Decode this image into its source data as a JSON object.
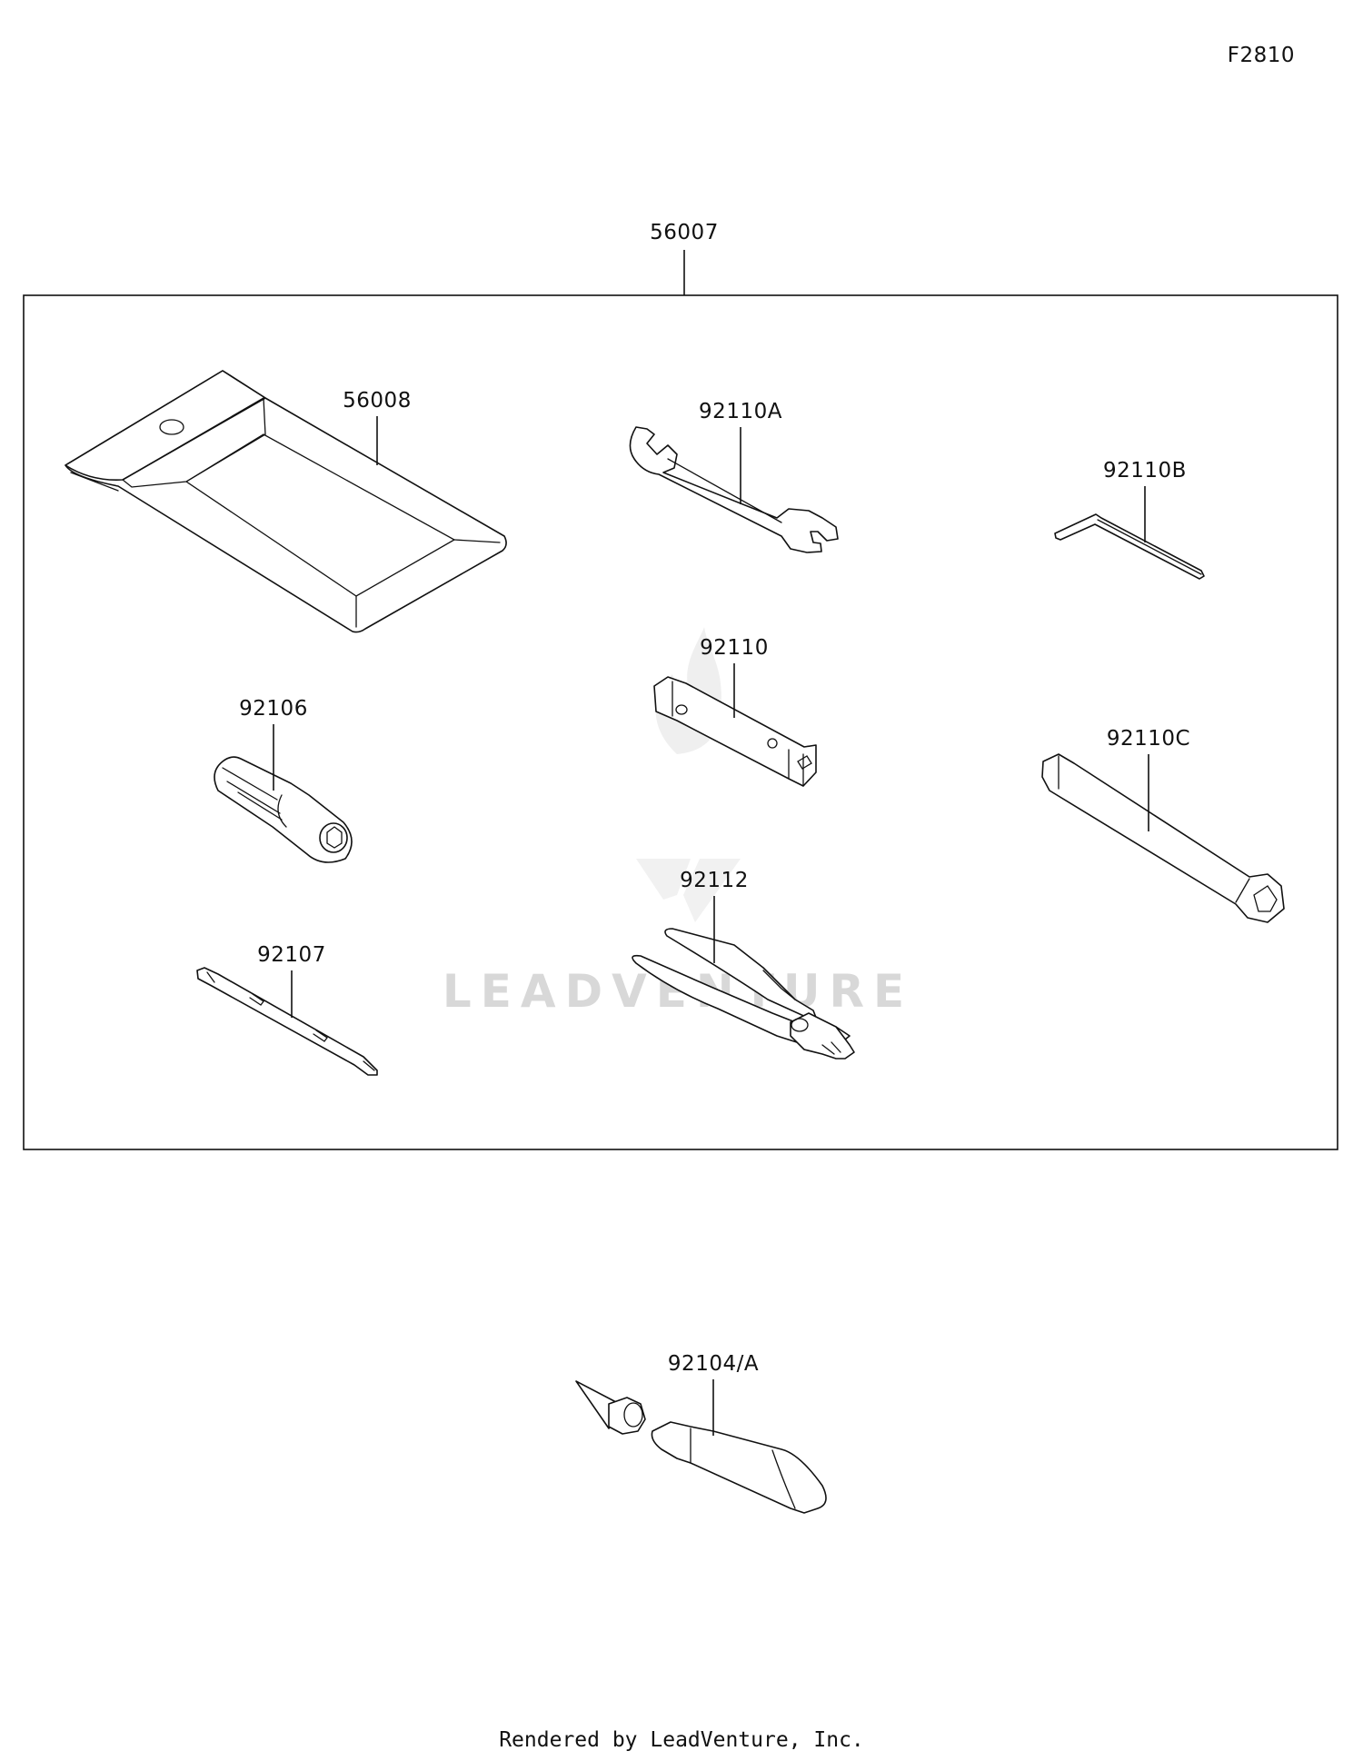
{
  "figure_code": "F2810",
  "kit_label": "56007",
  "parts": {
    "bag": "56008",
    "wrench": "92110A",
    "hex_key": "92110B",
    "plug_wrench": "92110",
    "grip": "92106",
    "box_wrench": "92110C",
    "pliers": "92112",
    "screwdriver": "92107",
    "tire_tool": "92104/A"
  },
  "watermark": "LEADVENTURE",
  "footer": "Rendered by LeadVenture, Inc."
}
